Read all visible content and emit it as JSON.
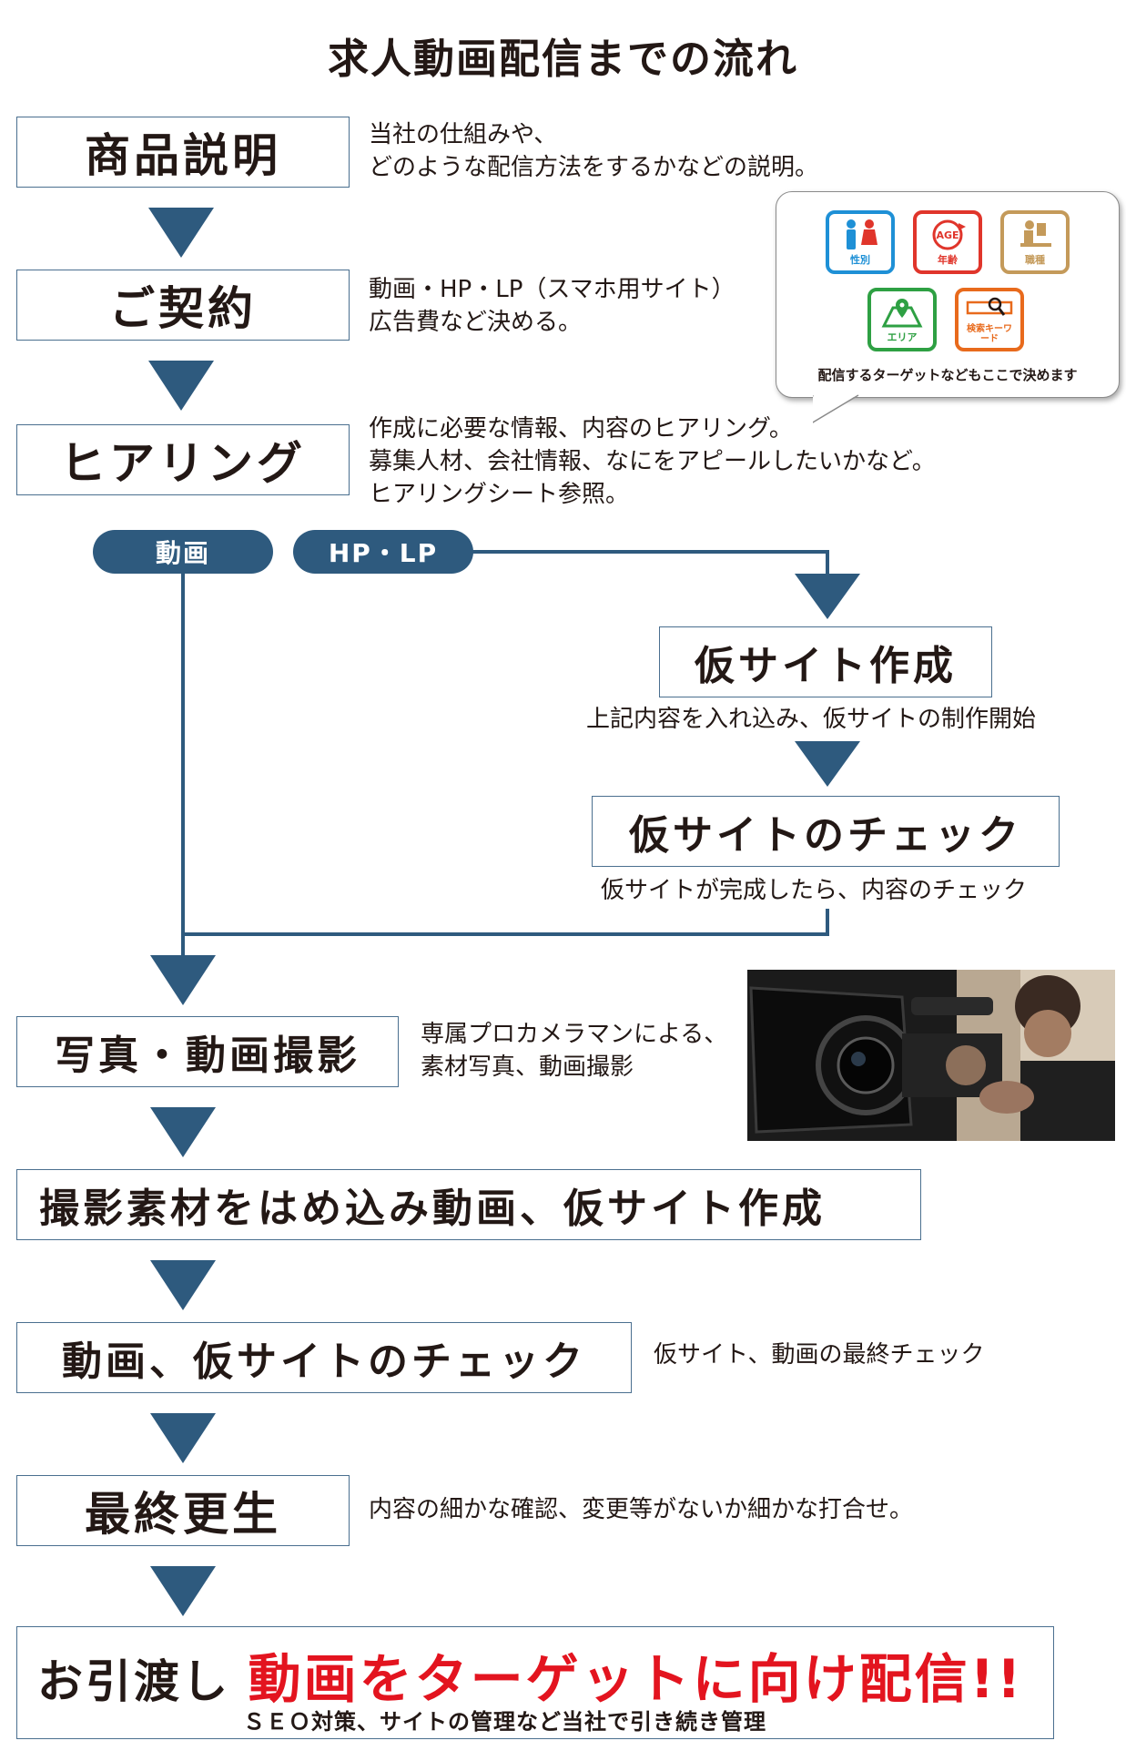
{
  "title": "求人動画配信までの流れ",
  "steps": {
    "s1": {
      "label": "商品説明",
      "desc1": "当社の仕組みや、",
      "desc2": "どのような配信方法をするかなどの説明。"
    },
    "s2": {
      "label": "ご契約",
      "desc1": "動画・HP・LP（スマホ用サイト）",
      "desc2": "広告費など決める。"
    },
    "s3": {
      "label": "ヒアリング",
      "desc1": "作成に必要な情報、内容のヒアリング。",
      "desc2": "募集人材、会社情報、なにをアピールしたいかなど。",
      "desc3": "ヒアリングシート参照。"
    },
    "s4": {
      "label": "仮サイト作成",
      "desc": "上記内容を入れ込み、仮サイトの制作開始"
    },
    "s5": {
      "label": "仮サイトのチェック",
      "desc": "仮サイトが完成したら、内容のチェック"
    },
    "s6": {
      "label": "写真・動画撮影",
      "desc1": "専属プロカメラマンによる、",
      "desc2": "素材写真、動画撮影"
    },
    "s7": {
      "label": "撮影素材をはめ込み動画、仮サイト作成"
    },
    "s8": {
      "label": "動画、仮サイトのチェック",
      "desc": "仮サイト、動画の最終チェック"
    },
    "s9": {
      "label": "最終更生",
      "desc": "内容の細かな確認、変更等がないか細かな打合せ。"
    },
    "s10": {
      "label": "お引渡し",
      "highlight": "動画をターゲットに向け配信!!",
      "desc": "ＳＥＯ対策、サイトの管理など当社で引き続き管理"
    }
  },
  "branches": {
    "video": "動画",
    "site": "HP・LP"
  },
  "bubble": {
    "icons": [
      {
        "name": "性別",
        "color": "#1e90d6"
      },
      {
        "name": "年齢",
        "color": "#e0352b"
      },
      {
        "name": "職種",
        "color": "#c49a5a"
      },
      {
        "name": "エリア",
        "color": "#2ea043"
      },
      {
        "name": "検索キーワード",
        "color": "#e86a1c"
      }
    ],
    "age_label": "AGE",
    "caption": "配信するターゲットなどもここで決めます"
  },
  "colors": {
    "accent": "#2e5a7e",
    "highlight": "#e3141f"
  }
}
